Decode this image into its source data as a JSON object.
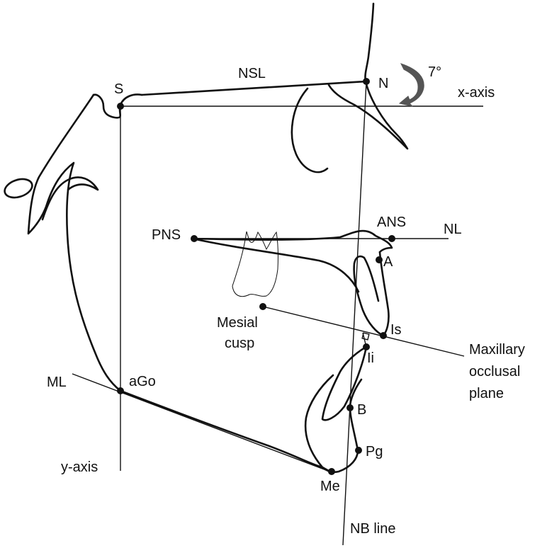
{
  "colors": {
    "ink": "#111111",
    "background": "#ffffff",
    "arrow": "#555555"
  },
  "labels": {
    "s": "S",
    "nsl": "NSL",
    "n": "N",
    "angle": "7°",
    "x_axis": "x-axis",
    "pns": "PNS",
    "ans": "ANS",
    "nl": "NL",
    "a": "A",
    "mesial_cusp": [
      "Mesial",
      "cusp"
    ],
    "is": "Is",
    "ii": "Ii",
    "maxillary_occlusal_plane": [
      "Maxillary",
      "occlusal",
      "plane"
    ],
    "ml": "ML",
    "ago": "aGo",
    "b": "B",
    "pg": "Pg",
    "y_axis": "y-axis",
    "me": "Me",
    "nb_line": "NB line"
  }
}
